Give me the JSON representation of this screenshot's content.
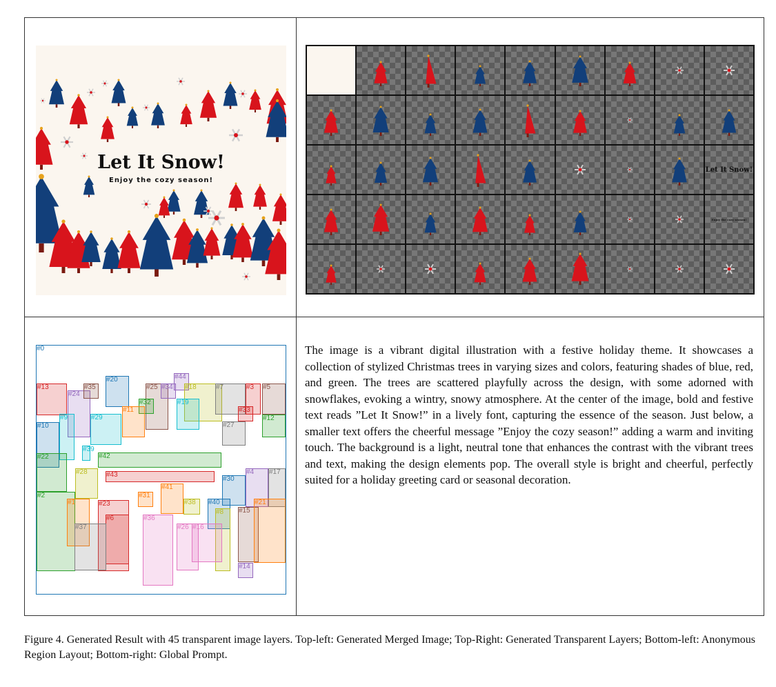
{
  "merged_image": {
    "title": "Let It Snow!",
    "subtitle": "Enjoy the cozy season!",
    "colors": {
      "background": "#fbf6ef",
      "red_tree": "#d8141c",
      "blue_tree": "#123f7a",
      "trunk": "#7a1a10",
      "star": "#e7a21b",
      "snowflake": "#d0d0d0"
    }
  },
  "layers_grid": {
    "columns": 9,
    "rows": 5,
    "tiles": [
      "bg",
      "red-tree",
      "red-tree-half",
      "blue-tree",
      "blue-tree",
      "blue-tree",
      "red-tree",
      "snowflake",
      "snowflake",
      "red-tree",
      "blue-tree",
      "blue-tree",
      "blue-tree",
      "red-tree-half",
      "red-tree",
      "snowflake",
      "blue-tree",
      "blue-tree",
      "red-tree",
      "blue-tree",
      "blue-tree",
      "red-tree-half",
      "blue-tree",
      "snowflake",
      "snowflake",
      "blue-tree",
      "text-title",
      "red-tree",
      "red-tree",
      "blue-tree",
      "red-tree",
      "red-tree",
      "blue-tree",
      "snowflake",
      "snowflake",
      "text-sub",
      "red-tree",
      "snowflake",
      "snowflake",
      "red-tree",
      "red-tree",
      "red-tree",
      "snowflake",
      "snowflake",
      "snowflake"
    ],
    "title_text": "Let It Snow!",
    "sub_text": "Enjoy the cozy season!"
  },
  "layout": {
    "regions": [
      {
        "label": "#0",
        "color": "#1f77b4"
      },
      {
        "label": "#13",
        "color": "#d62728"
      },
      {
        "label": "#24",
        "color": "#9467bd"
      },
      {
        "label": "#35",
        "color": "#8c564b"
      },
      {
        "label": "#20",
        "color": "#1f77b4"
      },
      {
        "label": "#25",
        "color": "#8c564b"
      },
      {
        "label": "#34",
        "color": "#9467bd"
      },
      {
        "label": "#44",
        "color": "#9467bd"
      },
      {
        "label": "#18",
        "color": "#bcbd22"
      },
      {
        "label": "#7",
        "color": "#7f7f7f"
      },
      {
        "label": "#3",
        "color": "#d62728"
      },
      {
        "label": "#5",
        "color": "#8c564b"
      },
      {
        "label": "#32",
        "color": "#2ca02c"
      },
      {
        "label": "#19",
        "color": "#17becf"
      },
      {
        "label": "#11",
        "color": "#ff7f0e"
      },
      {
        "label": "#33",
        "color": "#d62728"
      },
      {
        "label": "#12",
        "color": "#2ca02c"
      },
      {
        "label": "#10",
        "color": "#1f77b4"
      },
      {
        "label": "#9",
        "color": "#17becf"
      },
      {
        "label": "#29",
        "color": "#17becf"
      },
      {
        "label": "#27",
        "color": "#7f7f7f"
      },
      {
        "label": "#39",
        "color": "#17becf"
      },
      {
        "label": "#22",
        "color": "#2ca02c"
      },
      {
        "label": "#42",
        "color": "#2ca02c"
      },
      {
        "label": "#28",
        "color": "#bcbd22"
      },
      {
        "label": "#43",
        "color": "#d62728"
      },
      {
        "label": "#4",
        "color": "#9467bd"
      },
      {
        "label": "#17",
        "color": "#7f7f7f"
      },
      {
        "label": "#30",
        "color": "#1f77b4"
      },
      {
        "label": "#41",
        "color": "#ff7f0e"
      },
      {
        "label": "#31",
        "color": "#ff7f0e"
      },
      {
        "label": "#2",
        "color": "#2ca02c"
      },
      {
        "label": "#1",
        "color": "#ff7f0e"
      },
      {
        "label": "#23",
        "color": "#d62728"
      },
      {
        "label": "#38",
        "color": "#bcbd22"
      },
      {
        "label": "#40",
        "color": "#1f77b4"
      },
      {
        "label": "#8",
        "color": "#bcbd22"
      },
      {
        "label": "#15",
        "color": "#8c564b"
      },
      {
        "label": "#21",
        "color": "#ff7f0e"
      },
      {
        "label": "#6",
        "color": "#d62728"
      },
      {
        "label": "#36",
        "color": "#e377c2"
      },
      {
        "label": "#26",
        "color": "#e377c2"
      },
      {
        "label": "#16",
        "color": "#e377c2"
      },
      {
        "label": "#37",
        "color": "#7f7f7f"
      },
      {
        "label": "#14",
        "color": "#9467bd"
      }
    ]
  },
  "prompt": {
    "text": "The image is a vibrant digital illustration with a festive holiday theme. It showcases a collection of stylized Christmas trees in varying sizes and colors, featuring shades of blue, red, and green. The trees are scattered playfully across the design, with some adorned with snowflakes, evoking a wintry, snowy atmosphere. At the center of the image, bold and festive text reads ”Let It Snow!” in a lively font, capturing the essence of the season. Just below, a smaller text offers the cheerful message ”Enjoy the cozy season!” adding a warm and inviting touch. The background is a light, neutral tone that enhances the contrast with the vibrant trees and text, making the design elements pop. The overall style is bright and cheerful, perfectly suited for a holiday greeting card or seasonal decoration."
  },
  "caption": {
    "text": "Figure 4. Generated Result with 45 transparent image layers. Top-left: Generated Merged Image; Top-Right: Generated Transparent Layers; Bottom-left: Anonymous Region Layout; Bottom-right: Global Prompt."
  }
}
